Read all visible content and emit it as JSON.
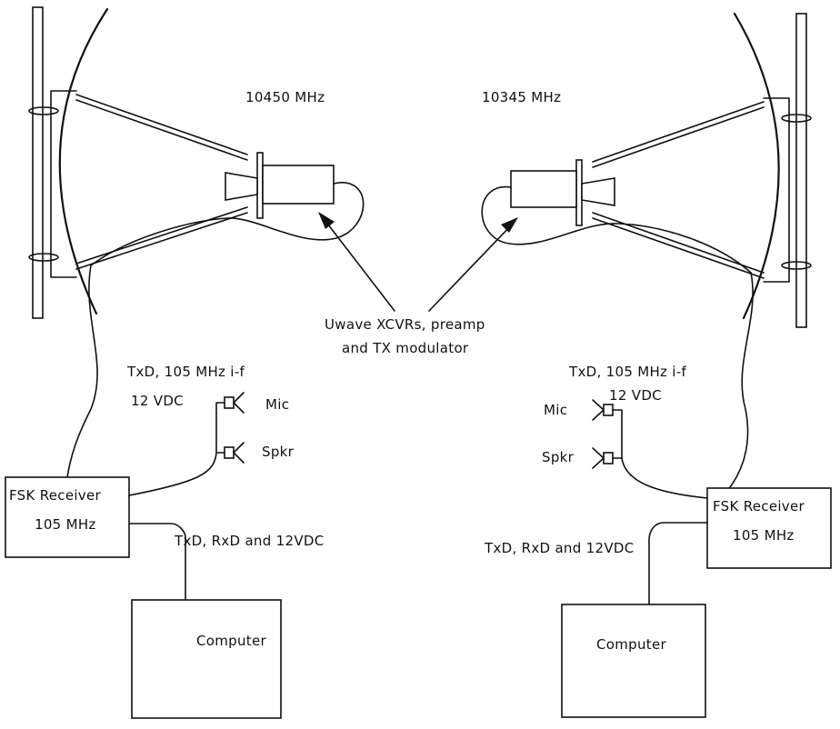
{
  "left_station": {
    "frequency": "10450 MHz",
    "if_label": "TxD, 105 MHz i-f",
    "dc_label": "12 VDC",
    "mic_label": "Mic",
    "spkr_label": "Spkr",
    "receiver_line1": "FSK Receiver",
    "receiver_line2": "105 MHz",
    "bus_label": "TxD, RxD and 12VDC",
    "computer_label": "Computer"
  },
  "right_station": {
    "frequency": "10345 MHz",
    "if_label": "TxD, 105 MHz i-f",
    "dc_label": "12 VDC",
    "mic_label": "Mic",
    "spkr_label": "Spkr",
    "receiver_line1": "FSK Receiver",
    "receiver_line2": "105 MHz",
    "bus_label": "TxD, RxD and 12VDC",
    "computer_label": "Computer"
  },
  "callout": {
    "line1": "Uwave XCVRs, preamp",
    "line2": "and TX modulator"
  }
}
